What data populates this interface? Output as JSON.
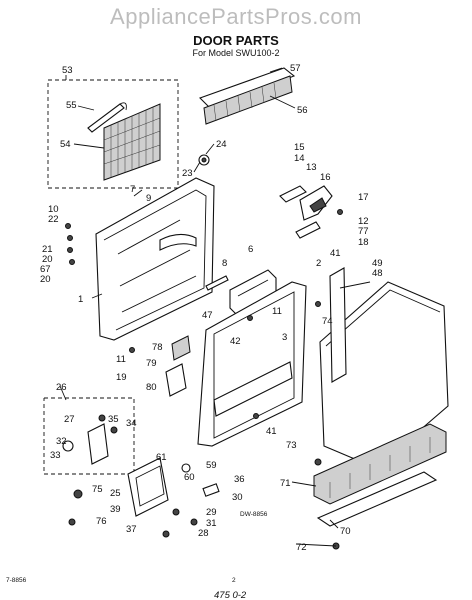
{
  "watermark": "AppliancePartsPros.com",
  "title": "DOOR PARTS",
  "subtitle": "For Model SWU100-2",
  "drawing_number": "DW-8856",
  "footer_left": "7-8856",
  "page_number": "2",
  "handwritten_note": "475 0-2",
  "callouts": [
    "53",
    "57",
    "55",
    "56",
    "54",
    "24",
    "23",
    "15",
    "14",
    "13",
    "16",
    "7",
    "9",
    "17",
    "10",
    "22",
    "12",
    "77",
    "18",
    "21",
    "20",
    "67",
    "20",
    "6",
    "2",
    "41",
    "49",
    "48",
    "8",
    "1",
    "11",
    "74",
    "47",
    "42",
    "3",
    "78",
    "79",
    "11",
    "19",
    "80",
    "26",
    "27",
    "35",
    "34",
    "32",
    "33",
    "41",
    "73",
    "61",
    "59",
    "60",
    "71",
    "75",
    "25",
    "36",
    "30",
    "39",
    "29",
    "31",
    "70",
    "76",
    "37",
    "28",
    "72"
  ]
}
